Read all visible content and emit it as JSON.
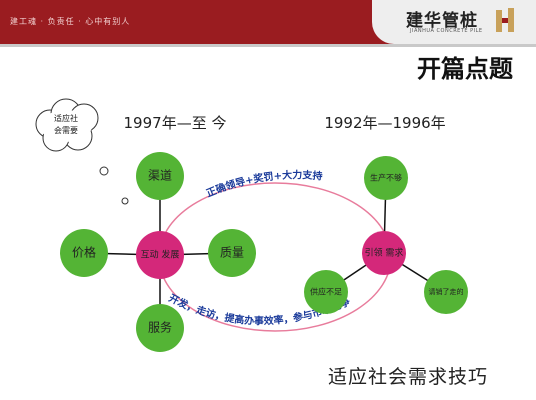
{
  "header": {
    "slogan": "建工魂 · 负责任 · 心中有别人",
    "logo_text": "建华管桩",
    "logo_sub": "JIANHUA CONCRETE PILE"
  },
  "slide": {
    "title": "开篇点题",
    "period_left": "1997年—至 今",
    "period_right": "1992年—1996年",
    "cloud_text": [
      "适应社",
      "会需要"
    ]
  },
  "diagram": {
    "left_hub": "互动 发展",
    "left_spokes": [
      "渠道",
      "价格",
      "质量",
      "服务"
    ],
    "right_hub": "引领 需求",
    "right_spokes": [
      "生产不够",
      "供应不足",
      "请销了走的"
    ],
    "top_arc_text": "正确领导+奖罚+大力支持",
    "bottom_arc_text": "开发，走访，提高办事效率，参与市场竞争"
  },
  "caption": "适应社会需求技巧",
  "colors": {
    "header_red": "#9a1c20",
    "hub_magenta": "#d4287a",
    "spoke_green": "#54b435",
    "ellipse": "#e87c9c",
    "arc_text_blue": "#1a3a9a"
  }
}
